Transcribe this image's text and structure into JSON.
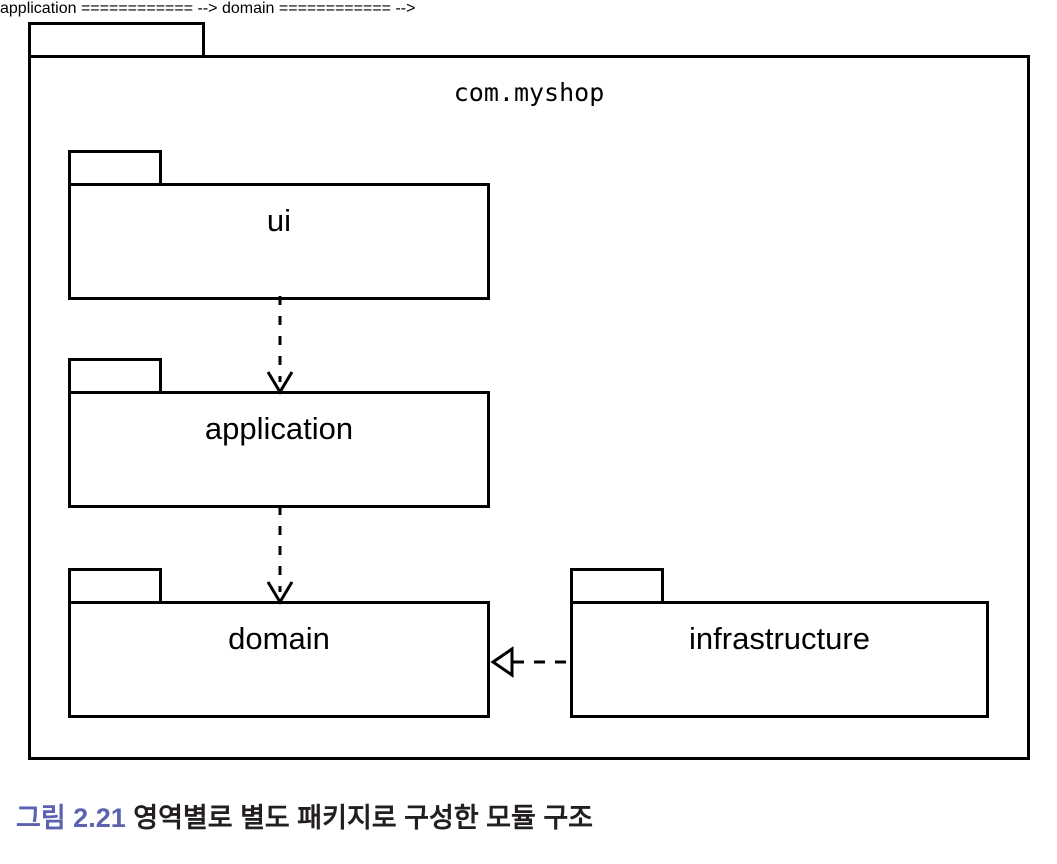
{
  "diagram": {
    "type": "uml-package-diagram",
    "outer_package": {
      "name": "com.myshop",
      "label": "com.myshop"
    },
    "packages": [
      {
        "id": "ui",
        "label": "ui"
      },
      {
        "id": "application",
        "label": "application"
      },
      {
        "id": "domain",
        "label": "domain"
      },
      {
        "id": "infrastructure",
        "label": "infrastructure"
      }
    ],
    "relations": [
      {
        "id": "dep-ui-application",
        "from": "ui",
        "to": "application",
        "kind": "dependency",
        "style": "dashed-open-arrow"
      },
      {
        "id": "dep-application-domain",
        "from": "application",
        "to": "domain",
        "kind": "dependency",
        "style": "dashed-open-arrow"
      },
      {
        "id": "real-infra-domain",
        "from": "infrastructure",
        "to": "domain",
        "kind": "realization",
        "style": "dashed-hollow-triangle"
      }
    ]
  },
  "caption": {
    "number": "그림 2.21",
    "text": " 영역별로 별도 패키지로 구성한 모듈 구조",
    "number_color": "#5b62b0",
    "text_color": "#231f20"
  },
  "colors": {
    "background": "#ffffff",
    "stroke": "#000000",
    "accent": "#5b62b0"
  }
}
